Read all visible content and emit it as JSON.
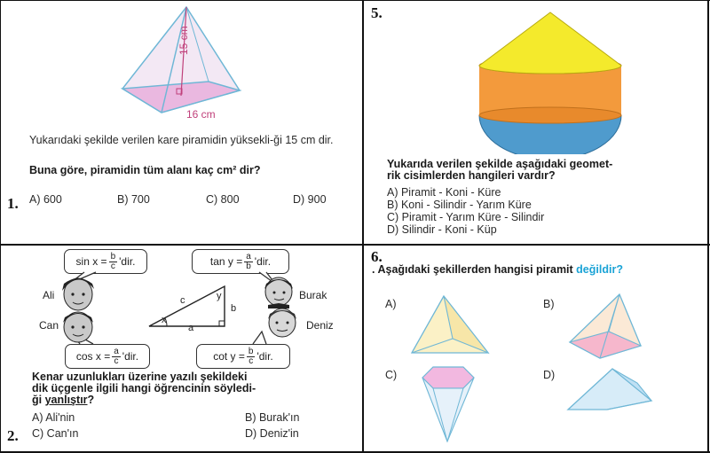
{
  "q1": {
    "number": "1.",
    "height_label": "15 cm",
    "base_label": "16 cm",
    "text": "Yukarıdaki şekilde verilen kare piramidin yüksekli-ği 15 cm dir.",
    "question": "Buna göre, piramidin tüm alanı kaç cm² dir?",
    "options": [
      "A) 600",
      "B) 700",
      "C) 800",
      "D) 900"
    ]
  },
  "q5": {
    "number": "5.",
    "question_line1": "Yukarıda verilen şekilde aşağıdaki geomet-",
    "question_line2": "rik cisimlerden hangileri vardır?",
    "options": [
      "A)  Piramit - Koni - Küre",
      "B)  Koni - Silindir - Yarım Küre",
      "C)  Piramit - Yarım Küre - Silindir",
      "D)  Silindir - Koni - Küp"
    ]
  },
  "q2": {
    "number": "2.",
    "ali_bubble": {
      "prefix": "sin x =",
      "num": "b",
      "den": "c",
      "suffix": "'dir."
    },
    "burak_bubble": {
      "prefix": "tan y =",
      "num": "a",
      "den": "b",
      "suffix": "'dir."
    },
    "can_bubble": {
      "prefix": "cos x =",
      "num": "a",
      "den": "c",
      "suffix": "'dir."
    },
    "deniz_bubble": {
      "prefix": "cot y =",
      "num": "b",
      "den": "c",
      "suffix": "'dir."
    },
    "names": [
      "Ali",
      "Burak",
      "Can",
      "Deniz"
    ],
    "triangle": {
      "side_c": "c",
      "side_b": "b",
      "side_a": "a",
      "angle_x": "x",
      "angle_y": "y"
    },
    "question_line1": "Kenar uzunlukları üzerine yazılı şekildeki",
    "question_line2": "dik üçgenle ilgili hangi öğrencinin söyledi-",
    "question_line3_a": "ği ",
    "question_line3_b": "yanlıştır",
    "question_line3_c": "?",
    "options": [
      "A) Ali'nin",
      "B) Burak'ın",
      "C) Can'ın",
      "D) Deniz'in"
    ]
  },
  "q6": {
    "number": "6.",
    "prefix": ". Aşağıdaki şekillerden hangisi piramit ",
    "highlight": "değildir?",
    "labels": [
      "A)",
      "B)",
      "C)",
      "D)"
    ]
  }
}
